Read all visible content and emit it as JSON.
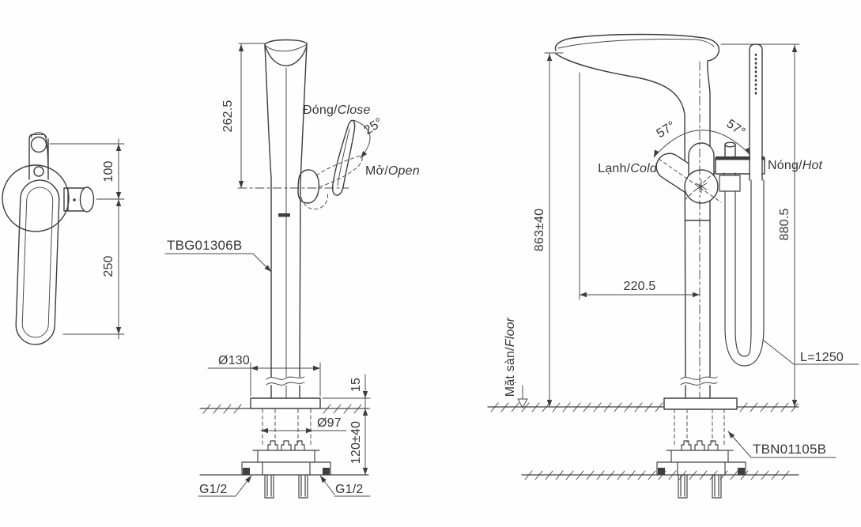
{
  "drawing": {
    "type": "technical-dimension-drawing",
    "subject": "freestanding bathtub faucet with hand shower",
    "background": "#fefefe",
    "line_color": "#3e3e3e"
  },
  "top_view": {
    "dim_upper": "100",
    "dim_lower": "250"
  },
  "side_view": {
    "dim_height": "262.5",
    "close_vi": "Đóng/",
    "close_en": "Close",
    "angle": "25°",
    "open_vi": "Mở/",
    "open_en": "Open",
    "model": "TBG01306B",
    "dim_base_diameter": "Ø130",
    "dim_plate_thickness": "15",
    "dim_hole_diameter": "Ø97",
    "dim_rough_in": "120±40",
    "thread_left": "G1/2",
    "thread_right": "G1/2"
  },
  "front_view": {
    "angle_left": "57°",
    "angle_right": "57°",
    "cold_vi": "Lạnh/",
    "cold_en": "Cold",
    "hot_vi": "Nóng/",
    "hot_en": "Hot",
    "dim_spout_height": "863±40",
    "dim_total_height": "880.5",
    "dim_spout_reach": "220.5",
    "floor_vi": "Mặt sàn/",
    "floor_en": "Floor",
    "hose_length": "L=1250",
    "model": "TBN01105B"
  }
}
